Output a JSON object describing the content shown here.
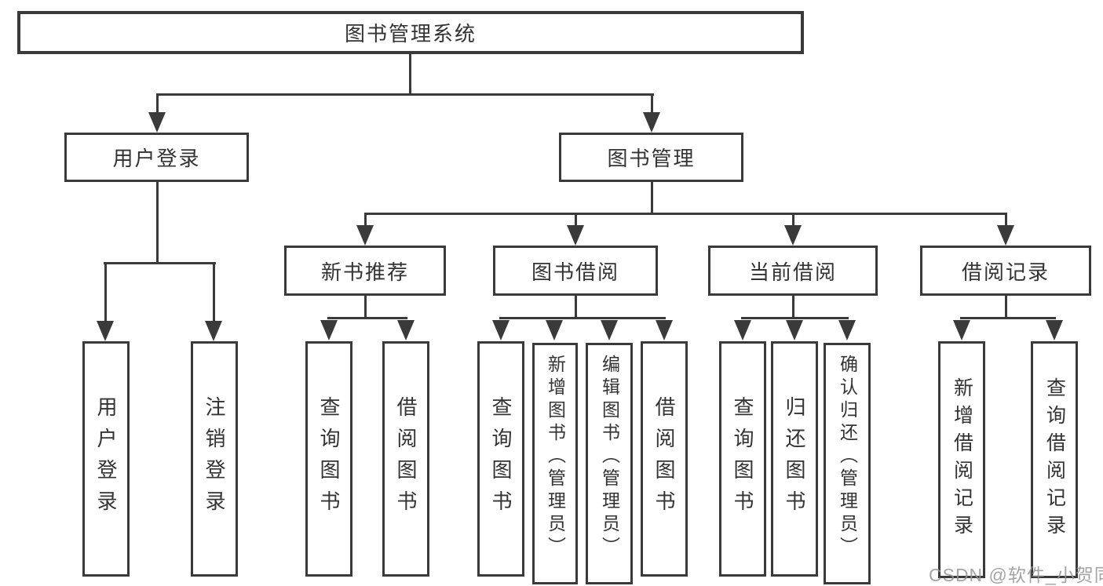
{
  "diagram": {
    "root": "图书管理系统",
    "level2": {
      "user_login": "用户登录",
      "book_mgmt": "图书管理"
    },
    "level3": {
      "new_book": "新书推荐",
      "book_borrow": "图书借阅",
      "current_borrow": "当前借阅",
      "borrow_records": "借阅记录"
    },
    "leaves": {
      "user_login": [
        "用户登录",
        "注销登录"
      ],
      "new_book": [
        "查询图书",
        "借阅图书"
      ],
      "book_borrow": [
        "查询图书",
        "新增图书（管理员）",
        "编辑图书（管理员）",
        "借阅图书"
      ],
      "current_borrow": [
        "查询图书",
        "归还图书",
        "确认归还（管理员）"
      ],
      "borrow_records": [
        "新增借阅记录",
        "查询借阅记录"
      ]
    }
  },
  "watermark": "CSDN @软件_小贺同学",
  "colors": {
    "line": "#3a3a3a",
    "text": "#333333",
    "background": "#ffffff",
    "watermark": "#949494"
  }
}
